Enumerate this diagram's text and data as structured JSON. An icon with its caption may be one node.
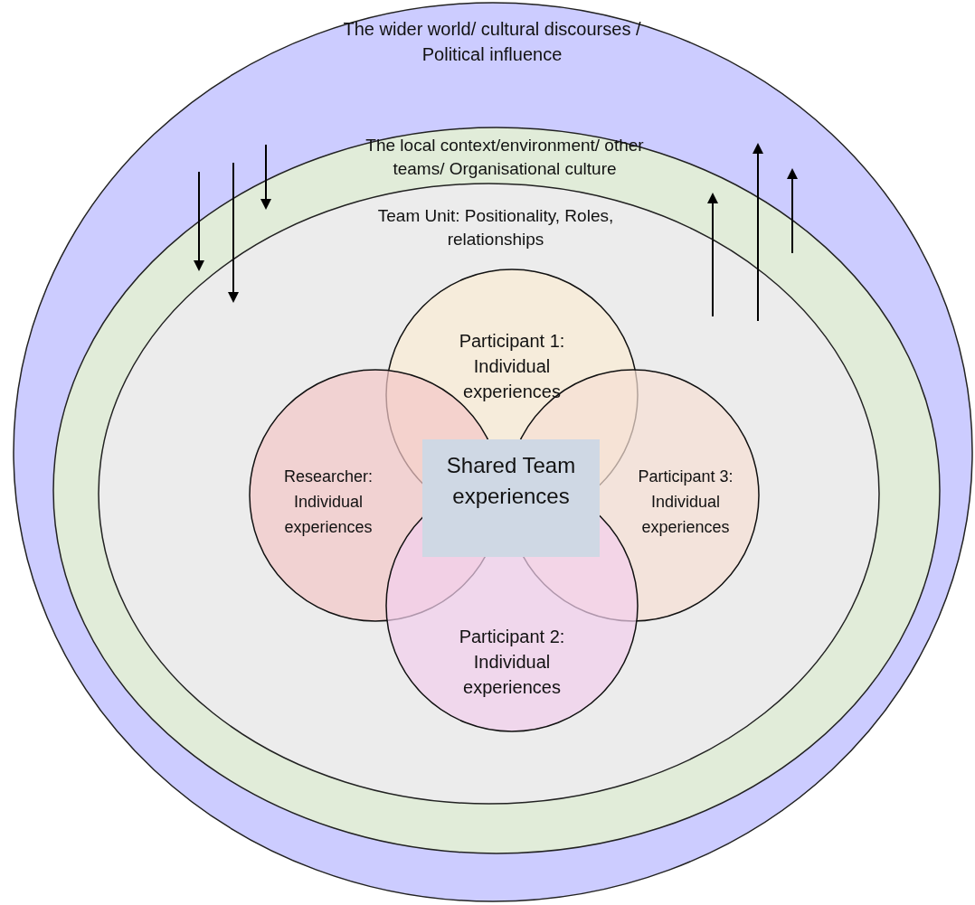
{
  "diagram": {
    "nodes": [
      {
        "text": [
          "The wider world/ cultural discourses / Political influence"
        ]
      },
      {
        "text": [
          "The local context/environment/ other teams/ Organisational culture"
        ],
        "in": 0
      },
      {
        "text": [
          "Team Unit: Positionality, Roles, relationships"
        ],
        "in": 1
      },
      {
        "text": [
          "Participant 1: Individual experiences"
        ],
        "in": 2
      },
      {
        "text": [
          "Researcher: Individual experiences"
        ],
        "in": 2
      },
      {
        "text": [
          "Shared Team experiences"
        ],
        "in": 2
      },
      {
        "text": [
          "Participant 3: Individual experiences"
        ],
        "in": 2
      },
      {
        "text": [
          "Participant 2: Individual experiences"
        ],
        "in": 2
      }
    ]
  }
}
